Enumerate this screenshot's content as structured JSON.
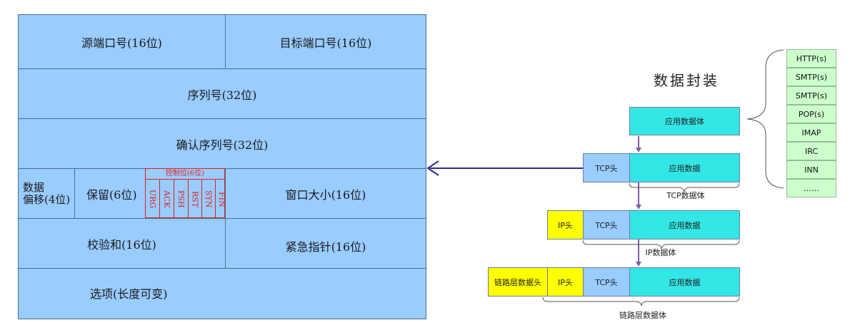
{
  "tcp_header": {
    "src_port": "源端口号(16位)",
    "dst_port": "目标端口号(16位)",
    "seq": "序列号(32位)",
    "ack": "确认序列号(32位)",
    "data_offset_line1": "数据",
    "data_offset_line2": "偏移(4位)",
    "reserved": "保留(6位)",
    "control_title": "控制位(6位)",
    "flags": [
      "URG",
      "ACK",
      "PSH",
      "RST",
      "SYN",
      "FIN"
    ],
    "window": "窗口大小(16位)",
    "checksum": "校验和(16位)",
    "urgent": "紧急指针(16位)",
    "options": "选项(长度可变)"
  },
  "encapsulation": {
    "title": "数据封装",
    "app_data_body": "应用数据体",
    "app_data": "应用数据",
    "tcp_head": "TCP头",
    "ip_head": "IP头",
    "link_head": "链路层数据头",
    "tcp_body_label": "TCP数据体",
    "ip_body_label": "IP数据体",
    "link_body_label": "链路层数据体"
  },
  "protocols": [
    "HTTP(s)",
    "SMTP(s)",
    "SMTP(s)",
    "POP(s)",
    "IMAP",
    "IRC",
    "INN",
    "……"
  ],
  "colors": {
    "header_fill": "#99ccff",
    "control_red": "#e02020",
    "app_cyan": "#33e6e6",
    "ip_yellow": "#ffff00",
    "proto_green": "#ccffcc",
    "arrow": "#2b2b8c"
  }
}
